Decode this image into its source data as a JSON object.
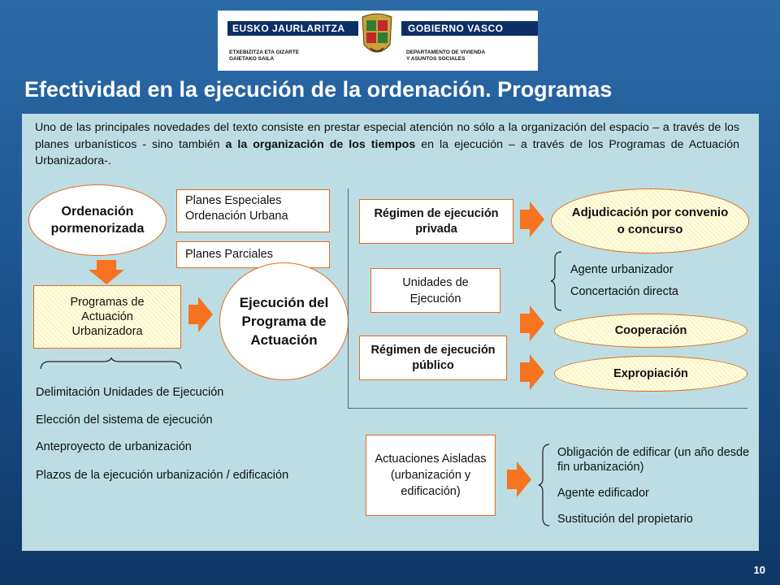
{
  "logo": {
    "left_name": "EUSKO JAURLARITZA",
    "right_name": "GOBIERNO VASCO",
    "left_dept_1": "ETXEBIZITZA ETA GIZARTE",
    "left_dept_2": "GAIETAKO SAILA",
    "right_dept_1": "DEPARTAMENTO DE VIVIENDA",
    "right_dept_2": "Y ASUNTOS SOCIALES"
  },
  "title": "Efectividad en la ejecución de la ordenación. Programas",
  "intro": {
    "part1": "Uno de las principales novedades del texto consiste en prestar especial atención no sólo a la organización del espacio – a través de los planes urbanísticos - sino también ",
    "bold1": "a la organización de los tiempos",
    "part2": " en la ejecución – a través de los Programas de Actuación Urbanizadora-."
  },
  "left": {
    "ordenacion": "Ordenación pormenorizada",
    "planes_especiales": "Planes Especiales Ordenación Urbana",
    "planes_parciales": "Planes Parciales",
    "programas": "Programas de Actuación Urbanizadora",
    "ejecucion": "Ejecución del Programa de Actuación",
    "list": [
      "Delimitación Unidades de Ejecución",
      "Elección del sistema de ejecución",
      "Anteproyecto de urbanización",
      "Plazos de la ejecución urbanización / edificación"
    ]
  },
  "right": {
    "regimen_privada": "Régimen de ejecución privada",
    "unidades": "Unidades de Ejecución",
    "regimen_publico": "Régimen de ejecución público",
    "adjudicacion": "Adjudicación por convenio o concurso",
    "agente_urbanizador": "Agente urbanizador",
    "concertacion": "Concertación directa",
    "cooperacion": "Cooperación",
    "expropiacion": "Expropiación",
    "actuaciones": "Actuaciones Aisladas (urbanización y edificación)",
    "obligacion": "Obligación de edificar (un año desde fin urbanización)",
    "agente_edificador": "Agente edificador",
    "sustitucion": "Sustitución del propietario"
  },
  "page_number": "10",
  "colors": {
    "accent_orange": "#f7731f",
    "panel": "#bcdde3",
    "navy": "#0d2f63"
  }
}
